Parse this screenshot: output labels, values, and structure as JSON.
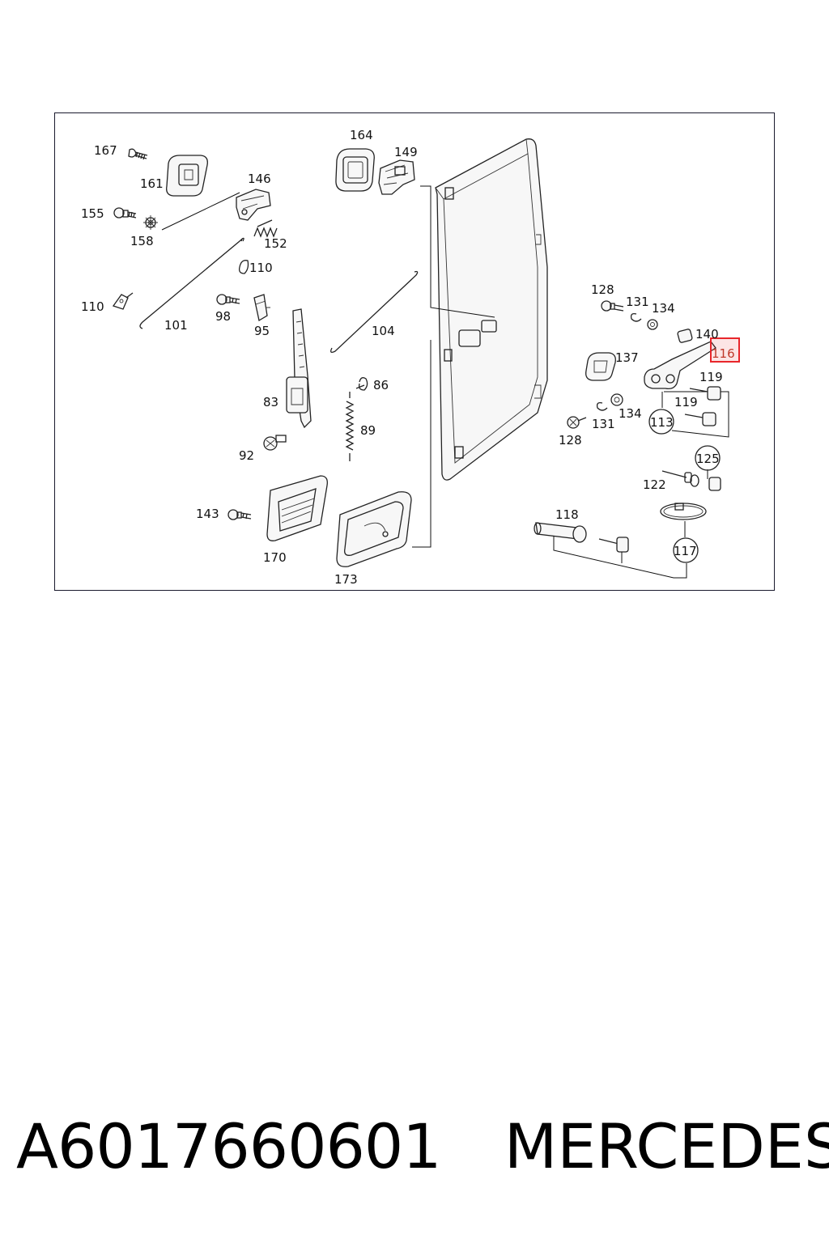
{
  "diagram": {
    "callouts": [
      "167",
      "161",
      "164",
      "149",
      "146",
      "155",
      "158",
      "152",
      "110",
      "110",
      "101",
      "98",
      "95",
      "104",
      "83",
      "86",
      "89",
      "92",
      "143",
      "170",
      "173",
      "128",
      "131",
      "134",
      "140",
      "116",
      "137",
      "119",
      "119",
      "113",
      "128",
      "131",
      "134",
      "125",
      "122",
      "118",
      "117"
    ],
    "highlighted_callout": "116",
    "highlight_color": "#e8262b"
  },
  "caption": {
    "part_number": "A6017660601",
    "brand": "MERCEDES"
  }
}
